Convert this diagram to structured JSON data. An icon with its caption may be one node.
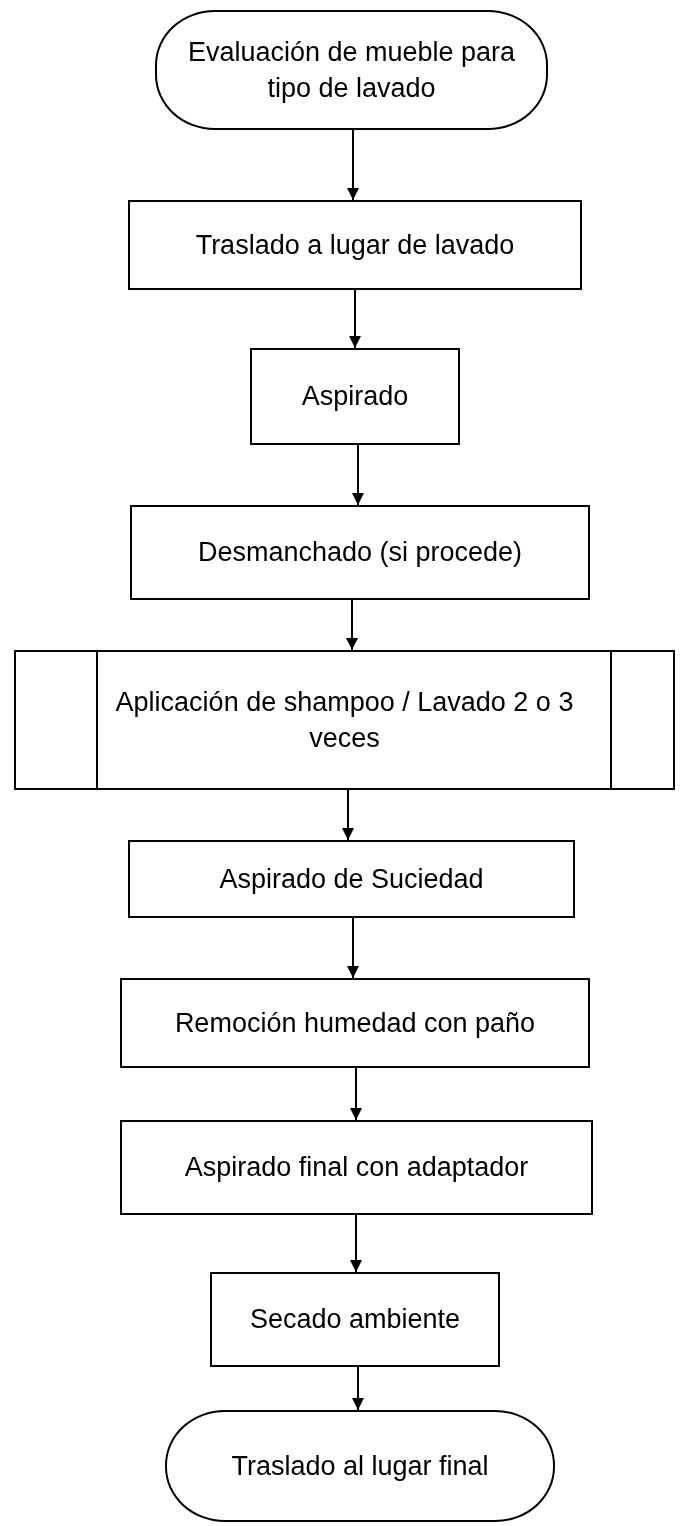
{
  "diagram": {
    "nodes": [
      {
        "text": [
          "Evaluación de mueble para tipo de lavado"
        ]
      },
      {
        "text": [
          "Traslado a lugar de lavado"
        ]
      },
      {
        "text": [
          "Aspirado"
        ]
      },
      {
        "text": [
          "Desmanchado (si procede)"
        ]
      },
      {
        "text": [
          "Aplicación de shampoo / Lavado 2 o 3 veces"
        ]
      },
      {
        "text": [
          "Aspirado de Suciedad"
        ]
      },
      {
        "text": [
          "Remoción humedad con paño"
        ]
      },
      {
        "text": [
          "Aspirado final con adaptador"
        ]
      },
      {
        "text": [
          "Secado ambiente"
        ]
      },
      {
        "text": [
          "Traslado al lugar final"
        ]
      }
    ],
    "edges": [
      {
        "from": 0,
        "to": 1,
        "arrow": "to"
      },
      {
        "from": 1,
        "to": 2,
        "arrow": "to"
      },
      {
        "from": 2,
        "to": 3,
        "arrow": "to"
      },
      {
        "from": 3,
        "to": 4,
        "arrow": "to"
      },
      {
        "from": 4,
        "to": 5,
        "arrow": "to"
      },
      {
        "from": 5,
        "to": 6,
        "arrow": "to"
      },
      {
        "from": 6,
        "to": 7,
        "arrow": "to"
      },
      {
        "from": 7,
        "to": 8,
        "arrow": "to"
      },
      {
        "from": 8,
        "to": 9,
        "arrow": "to"
      }
    ]
  }
}
